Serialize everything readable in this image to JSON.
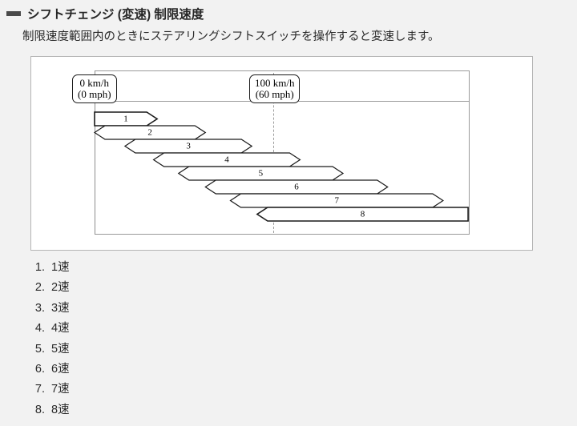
{
  "heading": {
    "marker_icon": "dash-icon",
    "text": "シフトチェンジ (変速) 制限速度"
  },
  "description": "制限速度範囲内のときにステアリングシフトスイッチを操作すると変速します。",
  "figure": {
    "labels": {
      "zero": {
        "line1": "0 km/h",
        "line2": "(0 mph)"
      },
      "hundred": {
        "line1": "100 km/h",
        "line2": "(60 mph)"
      }
    }
  },
  "chart_data": {
    "type": "bar",
    "title": "シフトチェンジ (変速) 制限速度",
    "xlabel": "",
    "ylabel": "",
    "grid": false,
    "legend": "none",
    "axis_markers": [
      {
        "label": "0 km/h (0 mph)",
        "value": 0,
        "style": "solid"
      },
      {
        "label": "100 km/h (60 mph)",
        "value": 100,
        "style": "dashed"
      }
    ],
    "xlim": [
      0,
      210
    ],
    "categories": [
      "1",
      "2",
      "3",
      "4",
      "5",
      "6",
      "7",
      "8"
    ],
    "series": [
      {
        "name": "制限速度範囲",
        "unit": "km/h",
        "bars": [
          {
            "label": "1",
            "start": 0,
            "end": 35,
            "left_cap": "flat",
            "right_cap": "arrow"
          },
          {
            "label": "2",
            "start": 0,
            "end": 62,
            "left_cap": "arrow",
            "right_cap": "arrow"
          },
          {
            "label": "3",
            "start": 17,
            "end": 88,
            "left_cap": "arrow",
            "right_cap": "arrow"
          },
          {
            "label": "4",
            "start": 33,
            "end": 115,
            "left_cap": "arrow",
            "right_cap": "arrow"
          },
          {
            "label": "5",
            "start": 47,
            "end": 139,
            "left_cap": "arrow",
            "right_cap": "arrow"
          },
          {
            "label": "6",
            "start": 62,
            "end": 164,
            "left_cap": "arrow",
            "right_cap": "arrow"
          },
          {
            "label": "7",
            "start": 76,
            "end": 195,
            "left_cap": "arrow",
            "right_cap": "arrow"
          },
          {
            "label": "8",
            "start": 91,
            "end": 209,
            "left_cap": "arrow",
            "right_cap": "flat"
          }
        ]
      }
    ]
  },
  "gear_list": [
    "1速",
    "2速",
    "3速",
    "4速",
    "5速",
    "6速",
    "7速",
    "8速"
  ]
}
